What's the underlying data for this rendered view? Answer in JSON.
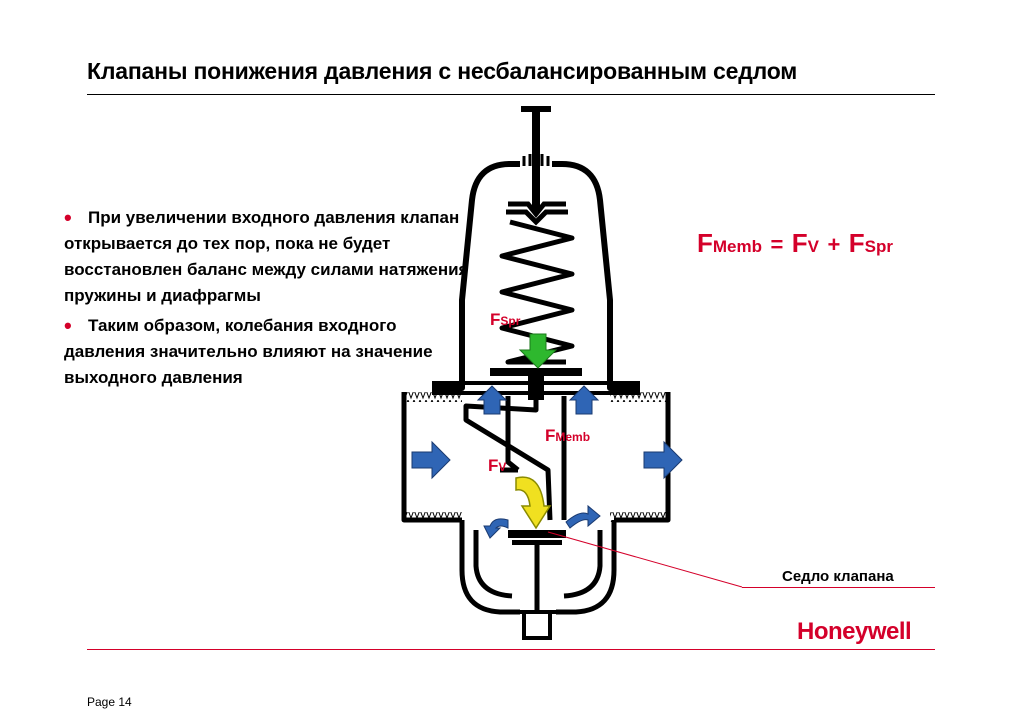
{
  "header": {
    "title": "Клапаны понижения давления с несбалансированным седлом"
  },
  "bullets": [
    {
      "text": "При увеличении входного давления клапан открывается до тех пор, пока не будет восстановлен баланс между силами натяжения пружины и диафрагмы"
    },
    {
      "text": "Таким образом, колебания входного давления значительно влияют на значение выходного давления"
    }
  ],
  "formula": {
    "f1": "F",
    "s1": "Memb",
    "eq": "=",
    "f2": "F",
    "s2": "V",
    "plus": "+",
    "f3": "F",
    "s3": "Spr"
  },
  "labels": {
    "fspr": {
      "f": "F",
      "s": "Spr"
    },
    "fmemb": {
      "f": "F",
      "s": "Memb"
    },
    "fv": {
      "f": "F",
      "s": "V"
    }
  },
  "seat_label": "Седло клапана",
  "logo": "Honeywell",
  "footer": {
    "page": "Page 14"
  },
  "colors": {
    "accent": "#d4002a",
    "flow_arrow": "#2f65b5",
    "spring_force_arrow": "#2eb82e",
    "valve_force_arrow": "#f0e020"
  }
}
